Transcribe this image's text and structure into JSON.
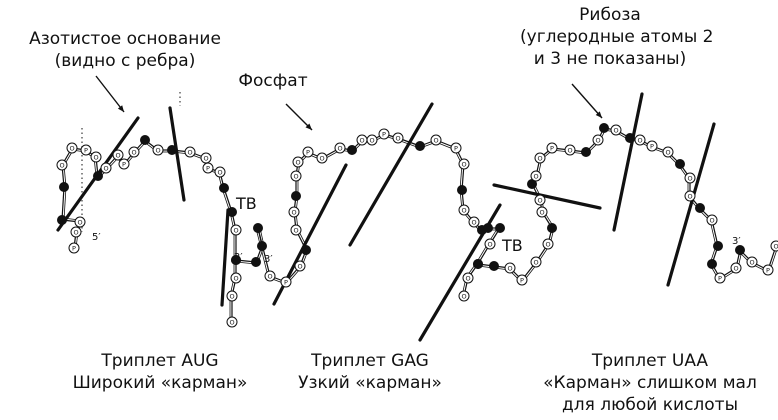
{
  "labels": {
    "base_line1": "Азотистое основание",
    "base_line2": "(видно с ребра)",
    "phosphate": "Фосфат",
    "ribose_line1": "Рибоза",
    "ribose_line2": "(углеродные атомы 2",
    "ribose_line3": "и 3 не показаны)",
    "tb_1": "ТВ",
    "tb_2": "ТВ",
    "prime_5": "5′",
    "prime_2": "2′",
    "prime_3a": "3′",
    "prime_3b": "3′"
  },
  "captions": {
    "aug_line1": "Триплет AUG",
    "aug_line2": "Широкий «карман»",
    "gag_line1": "Триплет GAG",
    "gag_line2": "Узкий «карман»",
    "uaa_line1": "Триплет UAA",
    "uaa_line2": "«Карман» слишком мал",
    "uaa_line3": "для любой кислоты"
  },
  "atom_glyphs": {
    "phosphate": "P",
    "oxygen": "O"
  },
  "colors": {
    "ink": "#111111",
    "background": "#ffffff"
  }
}
